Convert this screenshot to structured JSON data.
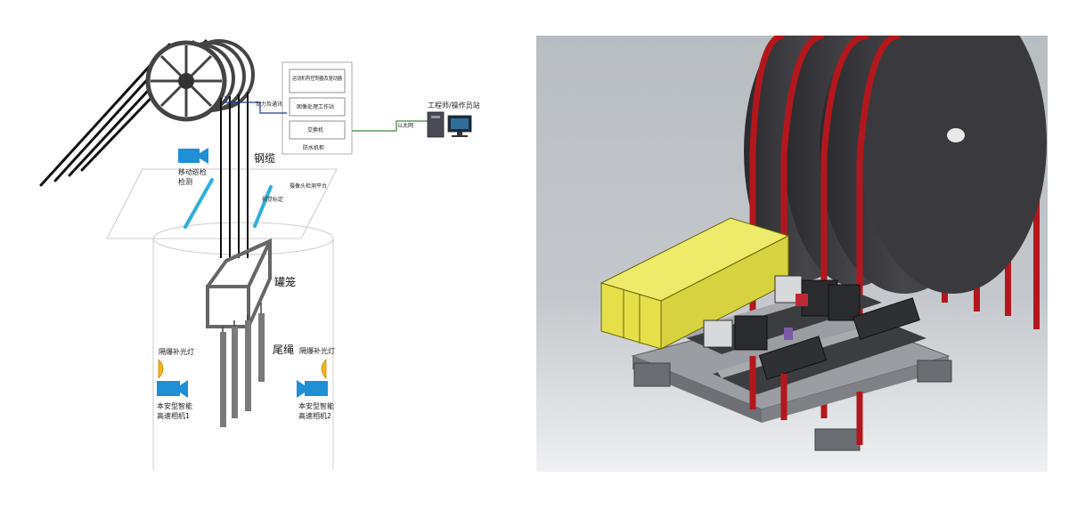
{
  "left_diagram": {
    "steel_cable_label": "钢缆",
    "cage_label": "罐笼",
    "tail_rope_label": "尾绳",
    "mobile_inspection_label_line1": "移动巡检",
    "mobile_inspection_label_line2": "检测",
    "calibration_label": "视觉标定",
    "platform_label": "摄像头检测平台",
    "power_comm_label": "动力及通讯",
    "ethernet_label": "以太网",
    "control_cabinet": {
      "box1": "运动机构控制器及驱动器",
      "box2": "图像处理工作站",
      "box3": "交换机",
      "caption": "防水机柜"
    },
    "engineer_station_label": "工程师/操作员站",
    "light_left_label": "隔爆补光灯",
    "light_right_label": "隔爆补光灯",
    "camera1_label_line1": "本安型智能",
    "camera1_label_line2": "高速相机1",
    "camera2_label_line1": "本安型智能",
    "camera2_label_line2": "高速相机2",
    "colors": {
      "camera_blue": "#1f8fd6",
      "lamp_yellow": "#f2b51c",
      "cable_green": "#3a8a3a",
      "cable_navy": "#1a3a8a",
      "calib_cyan": "#2fb0d8"
    }
  },
  "right_render": {
    "colors": {
      "background": "#b9bec3",
      "drum_disc": "#3c3c40",
      "rope_red": "#b3171c",
      "yellow_box": "#e5e04a",
      "frame_gray": "#8a8d92"
    }
  }
}
